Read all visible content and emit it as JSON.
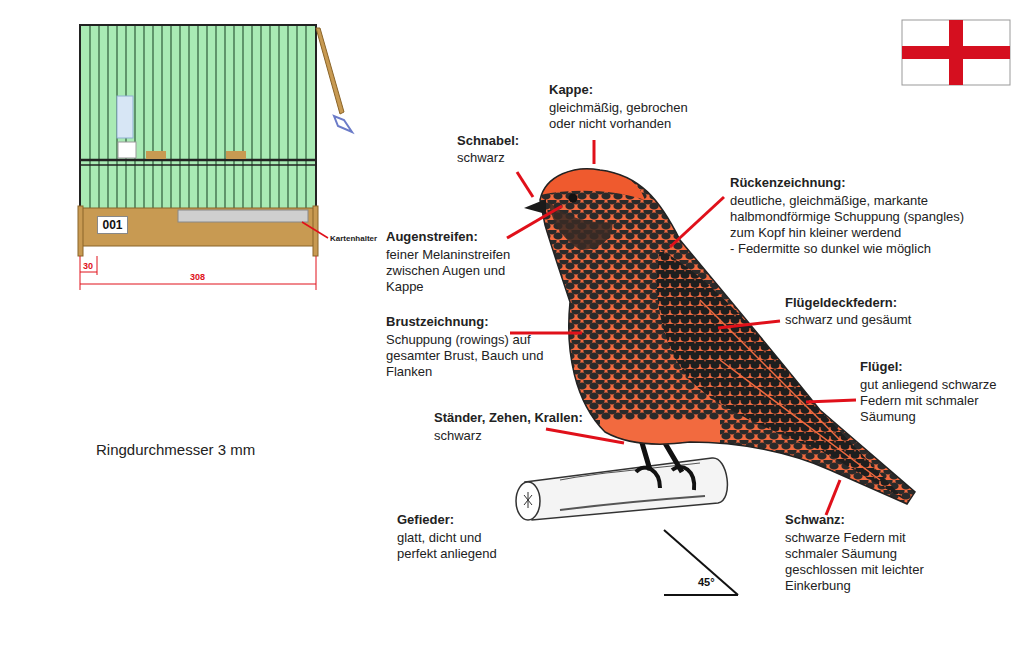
{
  "diagram": {
    "nodes": [
      {
        "text": [
          "001"
        ]
      }
    ],
    "labels": [
      "Kappe:",
      "gleichmäßig, gebrochen oder nicht vorhanden",
      "Schnabel:",
      "schwarz",
      "Rückenzeichnung:",
      "deutliche, gleichmäßige, markante halbmondförmige Schuppung (spangles) zum Kopf hin kleiner werdend",
      "- Federmitte so dunkel wie möglich",
      "Augenstreifen:",
      "feiner Melaninstreifen zwischen Augen und Kappe",
      "Flügeldeckfedern:",
      "schwarz und gesäumt",
      "Brustzeichnung:",
      "Schuppung (rowings) auf gesamter Brust, Bauch und Flanken",
      "Flügel:",
      "gut anliegend schwarze Federn mit schmaler Säumung",
      "Ständer, Zehen, Krallen:",
      "schwarz",
      "Gefieder:",
      "glatt, dicht und perfekt anliegend",
      "Schwanz:",
      "schwarze Federn mit schmaler Säumung geschlossen mit leichter Einkerbung",
      "Ringdurchmesser  3 mm",
      "45°",
      "Kartenhalter",
      "30",
      "308"
    ]
  }
}
